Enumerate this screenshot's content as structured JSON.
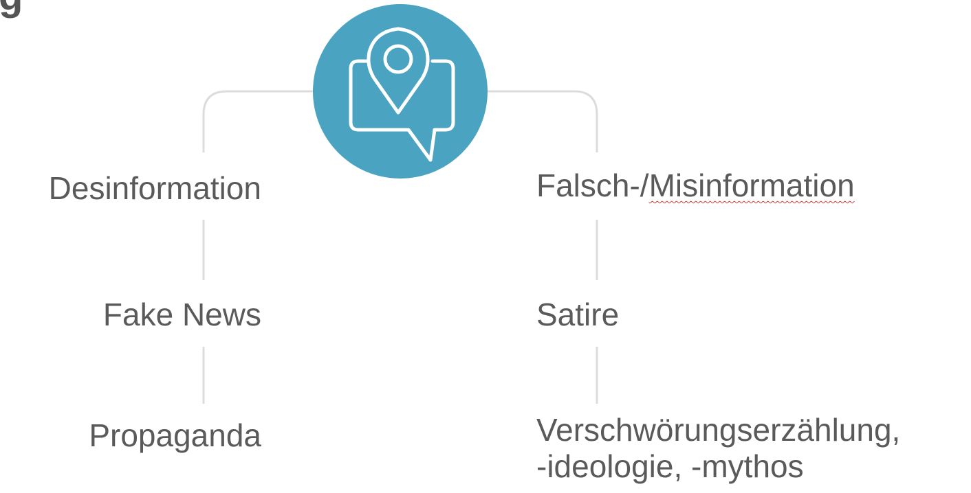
{
  "heading_fragment": "g",
  "center_icon": {
    "name": "location-pin-speech-bubble-icon",
    "circle_color": "#4aa3c1",
    "stroke_color": "#ffffff"
  },
  "left_column": {
    "items": [
      "Desinformation",
      "Fake News",
      "Propaganda"
    ]
  },
  "right_column": {
    "items": [
      {
        "prefix": "Falsch-/",
        "flagged": "Misinformation"
      },
      {
        "text": "Satire"
      },
      {
        "line1": "Verschwörungserzählung,",
        "line2": "-ideologie, -mythos"
      }
    ]
  },
  "colors": {
    "connector": "#dcdcdc",
    "text": "#5a5a5a",
    "spellcheck_underline": "#d23b3b"
  }
}
